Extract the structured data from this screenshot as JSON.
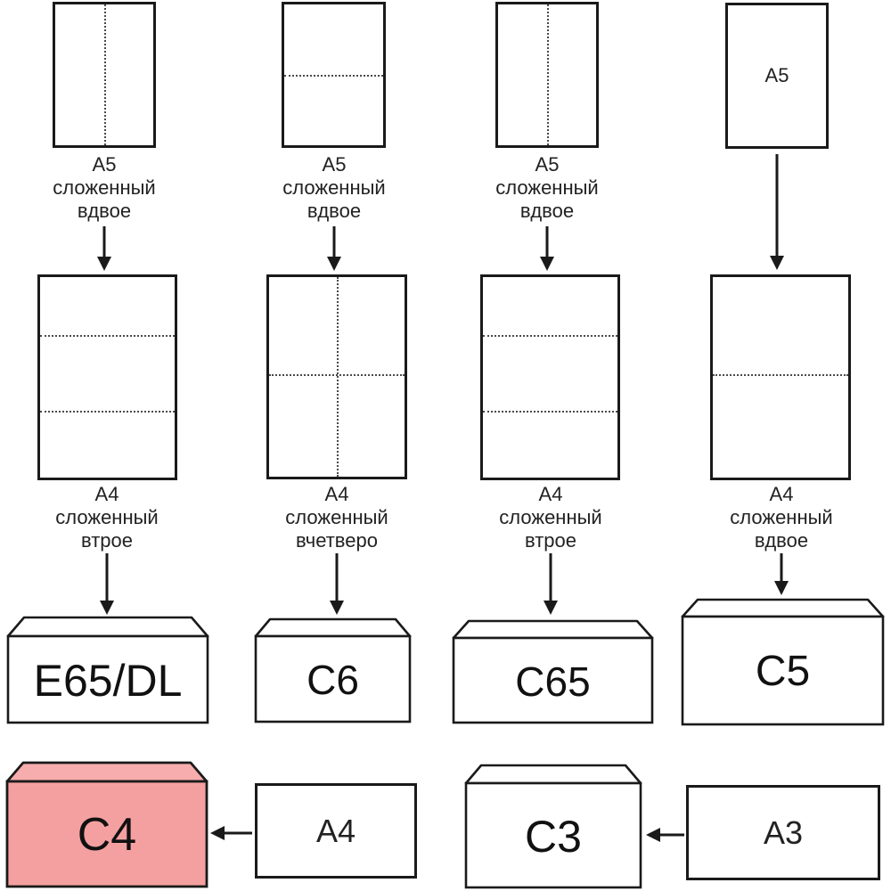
{
  "colors": {
    "outline": "#1a1a1a",
    "fold_line": "#4a4a4a",
    "c4_body": "#f5a0a0",
    "c4_flap": "#f7adad"
  },
  "row1": {
    "sheet_a5_label": "A5",
    "captions": [
      [
        "А5",
        "сложенный",
        "вдвое"
      ],
      [
        "А5",
        "сложенный",
        "вдвое"
      ],
      [
        "А5",
        "сложенный",
        "вдвое"
      ]
    ]
  },
  "row2": {
    "captions": [
      [
        "А4",
        "сложенный",
        "втрое"
      ],
      [
        "А4",
        "сложенный",
        "вчетверо"
      ],
      [
        "А4",
        "сложенный",
        "втрое"
      ],
      [
        "А4",
        "сложенный",
        "вдвое"
      ]
    ]
  },
  "row3": {
    "envelopes": [
      {
        "label": "E65/DL"
      },
      {
        "label": "C6"
      },
      {
        "label": "C65"
      },
      {
        "label": "C5"
      }
    ]
  },
  "row4": {
    "c4_label": "C4",
    "a4_label": "A4",
    "c3_label": "C3",
    "a3_label": "A3"
  }
}
